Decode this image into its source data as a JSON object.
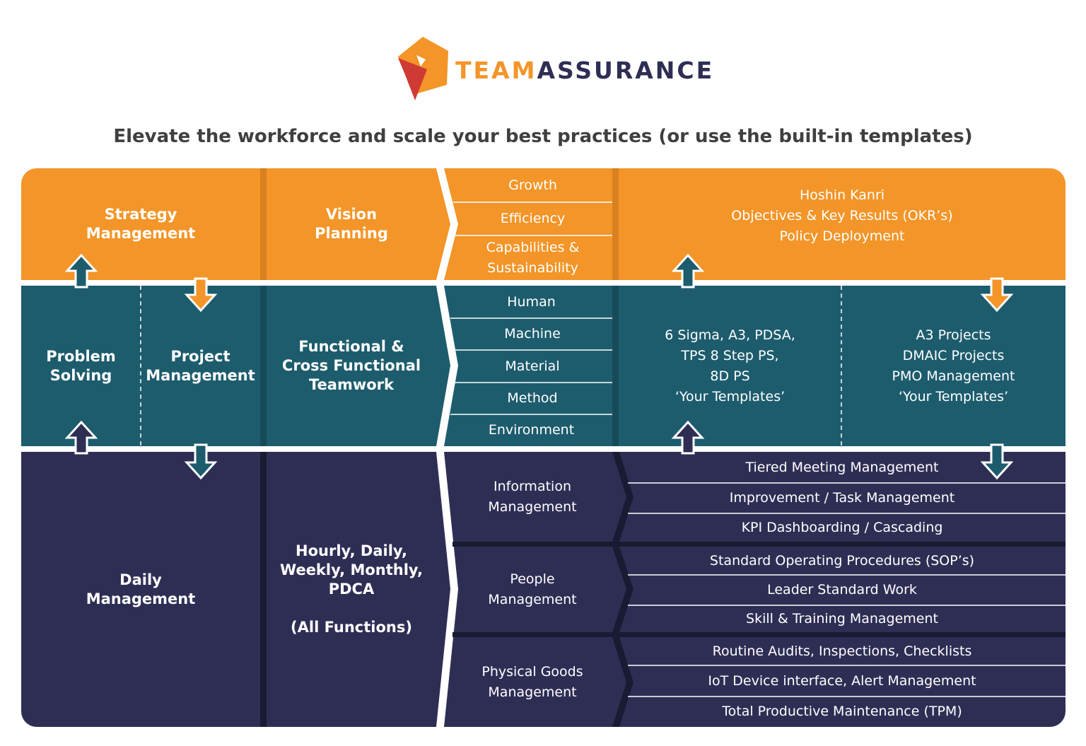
{
  "brand": {
    "name_part1": "TEAM",
    "name_part2": "ASSURANCE",
    "orange": "#F39528",
    "navy": "#2E2E55",
    "red": "#D03A34"
  },
  "headline": "Elevate the workforce and scale your best practices (or use the built-in templates)",
  "colors": {
    "strategy_band": "#F39528",
    "team_band": "#1D5C6D",
    "daily_band": "#2E2E55",
    "separator": "#1A1A33"
  },
  "bands": {
    "strategy": {
      "left_label": "Strategy\nManagement",
      "mid_label": "Vision\nPlanning",
      "items": [
        "Growth",
        "Efficiency",
        "Capabilities &\nSustainability"
      ],
      "right_text": "Hoshin Kanri\nObjectives & Key Results (OKR’s)\nPolicy Deployment"
    },
    "teamwork": {
      "left_label_a": "Problem\nSolving",
      "left_label_b": "Project\nManagement",
      "mid_label": "Functional &\nCross Functional\nTeamwork",
      "items": [
        "Human",
        "Machine",
        "Material",
        "Method",
        "Environment"
      ],
      "right_text_a": "6 Sigma, A3, PDSA,\nTPS 8 Step PS,\n8D PS\n‘Your Templates’",
      "right_text_b": "A3 Projects\nDMAIC Projects\nPMO Management\n‘Your Templates’"
    },
    "daily": {
      "left_label": "Daily\nManagement",
      "mid_label": "Hourly, Daily,\nWeekly, Monthly,\nPDCA\n\n(All Functions)",
      "groups": [
        {
          "label": "Information\nManagement",
          "items": [
            "Tiered Meeting Management",
            "Improvement / Task Management",
            "KPI Dashboarding / Cascading"
          ]
        },
        {
          "label": "People\nManagement",
          "items": [
            "Standard Operating Procedures (SOP’s)",
            "Leader Standard Work",
            "Skill & Training Management"
          ]
        },
        {
          "label": "Physical Goods\nManagement",
          "items": [
            "Routine Audits, Inspections, Checklists",
            "IoT Device interface, Alert Management",
            "Total Productive Maintenance (TPM)"
          ]
        }
      ]
    }
  },
  "icons": [
    "logo-pentagon-icon",
    "arrow-up-icon",
    "arrow-down-icon"
  ]
}
